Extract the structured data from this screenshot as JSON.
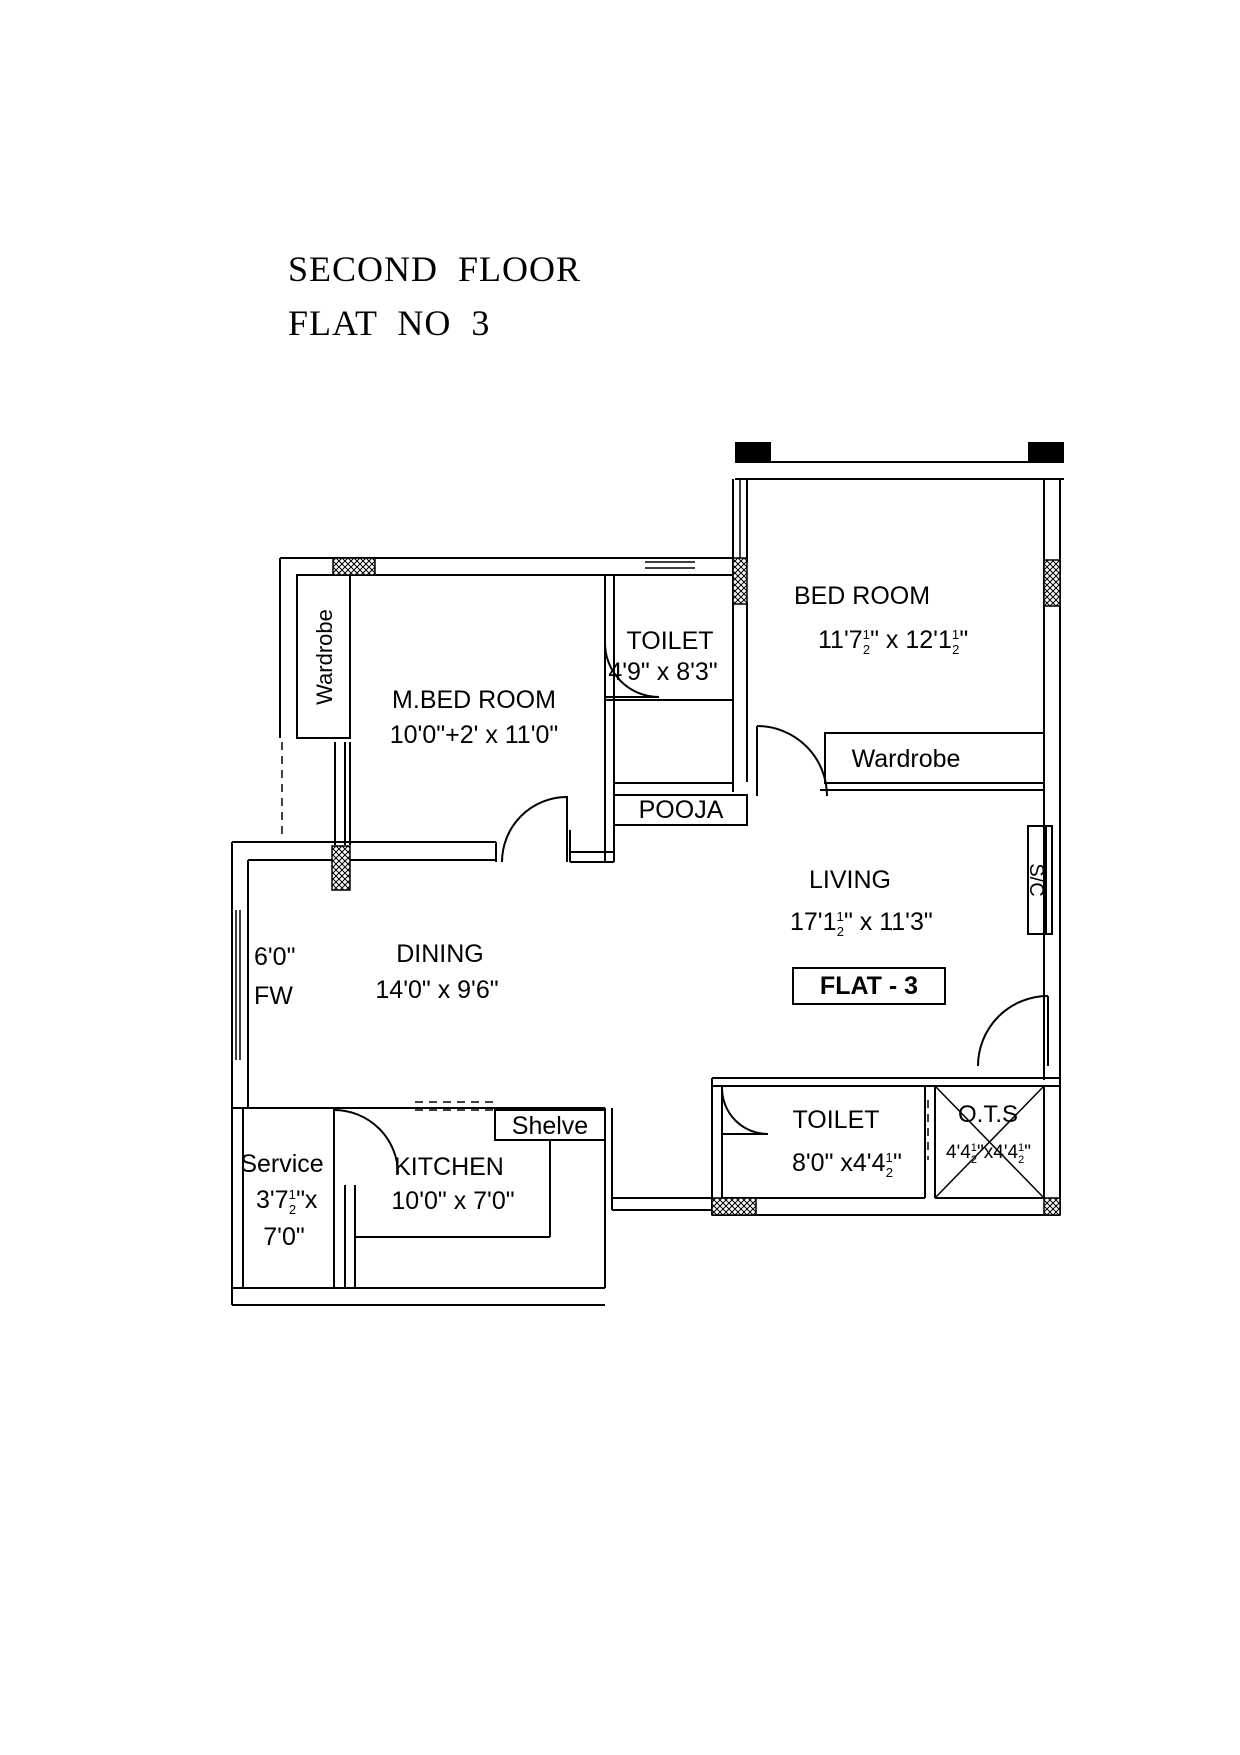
{
  "title": {
    "line1": "SECOND  FLOOR",
    "line2": "FLAT  NO  3"
  },
  "rooms": {
    "m_bed_room": {
      "name": "M.BED ROOM",
      "size": "10'0\"+2' x 11'0\""
    },
    "toilet_1": {
      "name": "TOILET",
      "size": "4'9\" x 8'3\""
    },
    "bed_room": {
      "name": "BED ROOM",
      "size_a": "11'7",
      "size_b": "\" x 12'1",
      "size_c": "\""
    },
    "wardrobe_left": {
      "name": "Wardrobe"
    },
    "wardrobe_right": {
      "name": "Wardrobe"
    },
    "pooja": {
      "name": "POOJA"
    },
    "living": {
      "name": "LIVING",
      "size_a": "17'1",
      "size_b": "\" x 11'3\""
    },
    "dining": {
      "name": "DINING",
      "size": "14'0\" x 9'6\""
    },
    "fw": {
      "size": "6'0\"",
      "name": "FW"
    },
    "sc": {
      "name": "S/C"
    },
    "flat_tag": {
      "name": "FLAT - 3"
    },
    "kitchen": {
      "name": "KITCHEN",
      "size": "10'0\" x 7'0\""
    },
    "shelve": {
      "name": "Shelve"
    },
    "service": {
      "name": "Service",
      "size_a": "3'7",
      "size_b": "\"x",
      "size_c": "7'0\""
    },
    "toilet_2": {
      "name": "TOILET",
      "size_a": "8'0\" x4'4",
      "size_b": "\""
    },
    "ots": {
      "name": "O.T.S",
      "size_a": "4'4",
      "size_b": "\"x4'4",
      "size_c": "\""
    }
  },
  "fraction": {
    "num": "1",
    "den": "2"
  }
}
